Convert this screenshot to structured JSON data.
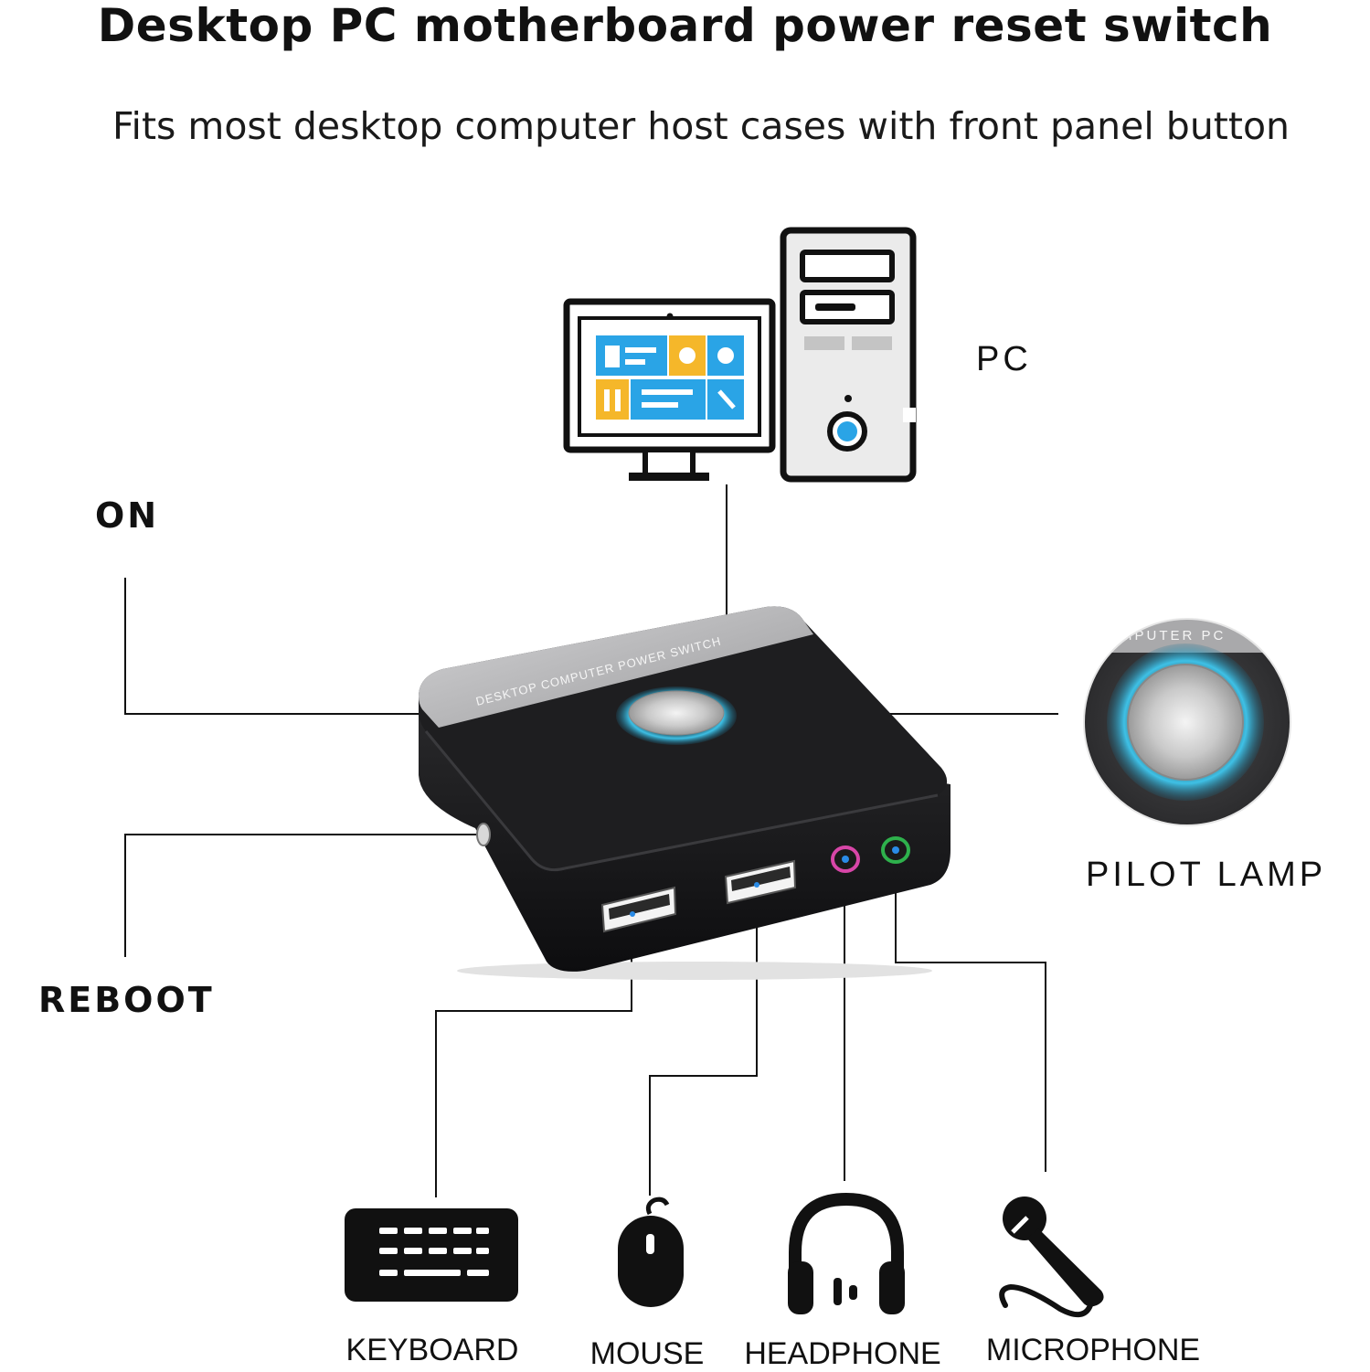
{
  "title": "Desktop PC motherboard power reset switch",
  "subtitle": "Fits most desktop computer host cases with front panel button",
  "labels": {
    "pc": "PC",
    "on": "ON",
    "reboot": "REBOOT",
    "pilot_lamp": "PILOT LAMP"
  },
  "device": {
    "top_print": "DESKTOP COMPUTER POWER SWITCH",
    "zoom_print": "MPUTER PC",
    "ports": [
      "USB",
      "USB",
      "headphone-jack",
      "microphone-jack"
    ]
  },
  "peripherals": [
    {
      "label": "KEYBOARD",
      "icon": "keyboard-icon"
    },
    {
      "label": "MOUSE",
      "icon": "mouse-icon"
    },
    {
      "label": "HEADPHONE",
      "icon": "headphone-icon"
    },
    {
      "label": "MICROPHONE",
      "icon": "microphone-icon"
    }
  ],
  "colors": {
    "device_body": "#1c1c1e",
    "device_top_band": "#b9b9bb",
    "pilot_glow": "#3fc8ef",
    "monitor_blue": "#2aa4e6",
    "monitor_yellow": "#f5b72a",
    "headphone_jack": "#d846a8",
    "mic_jack": "#2eb14c"
  }
}
